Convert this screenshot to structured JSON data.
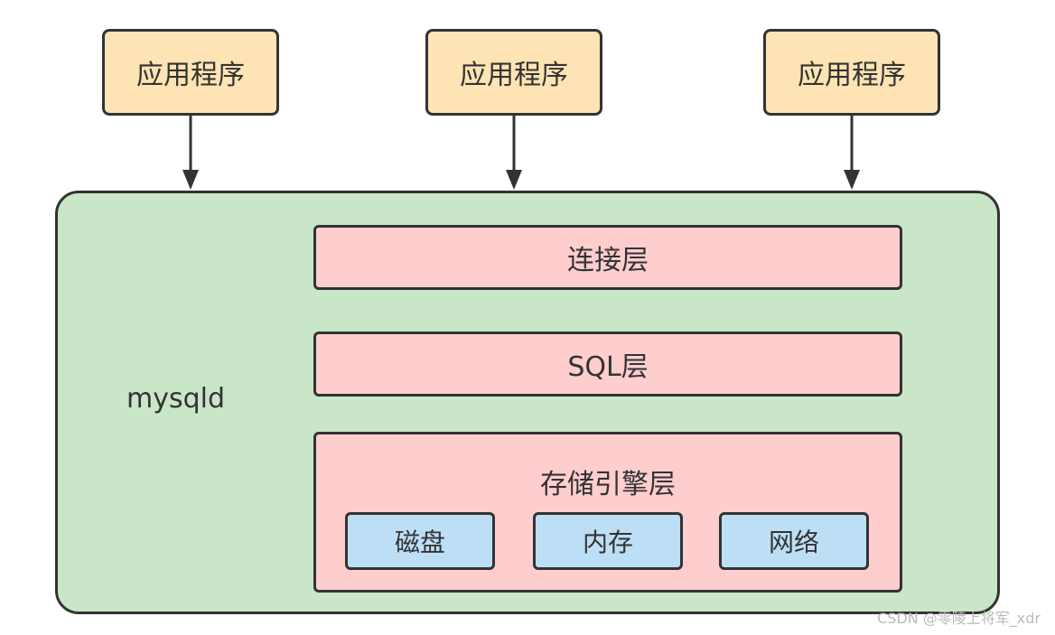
{
  "applications": [
    {
      "label": "应用程序"
    },
    {
      "label": "应用程序"
    },
    {
      "label": "应用程序"
    }
  ],
  "mysqld": {
    "label": "mysqld",
    "layers": {
      "connection": "连接层",
      "sql": "SQL层",
      "storage": {
        "title": "存储引擎层",
        "components": [
          "磁盘",
          "内存",
          "网络"
        ]
      }
    }
  },
  "watermark": "CSDN @零陵上将军_xdr",
  "colors": {
    "app_fill": "#fee4b4",
    "server_fill": "#c9e6c9",
    "layer_fill": "#fececf",
    "component_fill": "#bddff6",
    "stroke": "#333333"
  }
}
